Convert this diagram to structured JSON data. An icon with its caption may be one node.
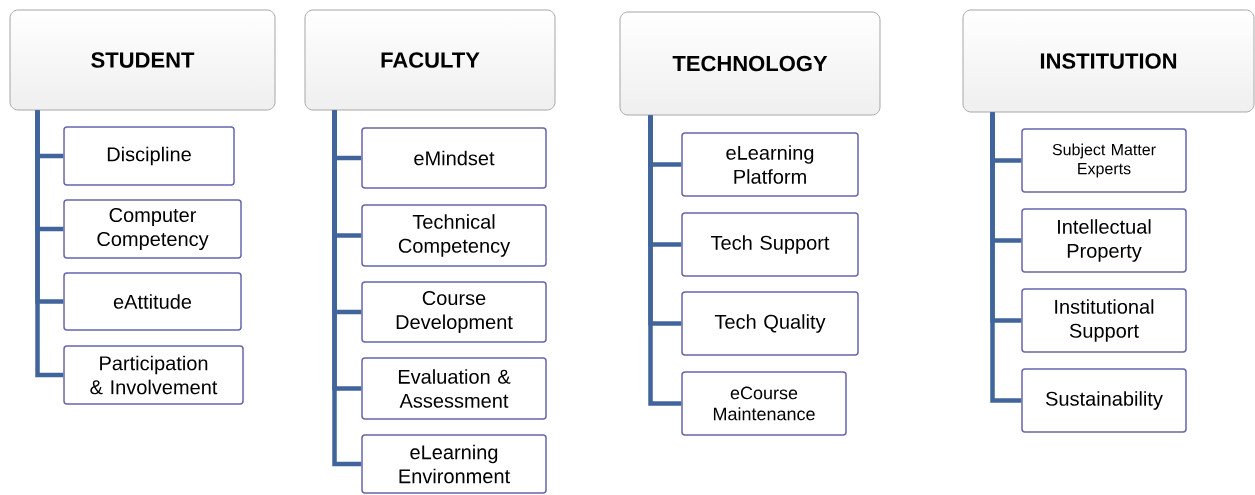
{
  "diagram": {
    "nodes": [
      {
        "text": [
          "STUDENT"
        ]
      },
      {
        "text": [
          "Discipline"
        ]
      },
      {
        "text": [
          "Computer Competency"
        ]
      },
      {
        "text": [
          "eAttitude"
        ]
      },
      {
        "text": [
          "Participation & Involvement"
        ]
      },
      {
        "text": [
          "FACULTY"
        ]
      },
      {
        "text": [
          "eMindset"
        ]
      },
      {
        "text": [
          "Technical Competency"
        ]
      },
      {
        "text": [
          "Course Development"
        ]
      },
      {
        "text": [
          "Evaluation & Assessment"
        ]
      },
      {
        "text": [
          "eLearning Environment"
        ]
      },
      {
        "text": [
          "TECHNOLOGY"
        ]
      },
      {
        "text": [
          "eLearning Platform"
        ]
      },
      {
        "text": [
          "Tech Support"
        ]
      },
      {
        "text": [
          "Tech Quality"
        ]
      },
      {
        "text": [
          "eCourse Maintenance"
        ]
      },
      {
        "text": [
          "INSTITUTION"
        ]
      },
      {
        "text": [
          "Subject Matter Experts"
        ]
      },
      {
        "text": [
          "Intellectual Property"
        ]
      },
      {
        "text": [
          "Institutional Support"
        ]
      },
      {
        "text": [
          "Sustainability"
        ]
      }
    ],
    "edges": [
      {
        "from": 0,
        "to": 1,
        "arrow": "none"
      },
      {
        "from": 0,
        "to": 2,
        "arrow": "none"
      },
      {
        "from": 0,
        "to": 3,
        "arrow": "none"
      },
      {
        "from": 0,
        "to": 4,
        "arrow": "none"
      },
      {
        "from": 5,
        "to": 6,
        "arrow": "none"
      },
      {
        "from": 5,
        "to": 7,
        "arrow": "none"
      },
      {
        "from": 5,
        "to": 8,
        "arrow": "none"
      },
      {
        "from": 5,
        "to": 9,
        "arrow": "none"
      },
      {
        "from": 5,
        "to": 10,
        "arrow": "none"
      },
      {
        "from": 11,
        "to": 12,
        "arrow": "none"
      },
      {
        "from": 11,
        "to": 13,
        "arrow": "none"
      },
      {
        "from": 11,
        "to": 14,
        "arrow": "none"
      },
      {
        "from": 11,
        "to": 15,
        "arrow": "none"
      },
      {
        "from": 16,
        "to": 17,
        "arrow": "none"
      },
      {
        "from": 16,
        "to": 18,
        "arrow": "none"
      },
      {
        "from": 16,
        "to": 19,
        "arrow": "none"
      },
      {
        "from": 16,
        "to": 20,
        "arrow": "none"
      }
    ]
  }
}
